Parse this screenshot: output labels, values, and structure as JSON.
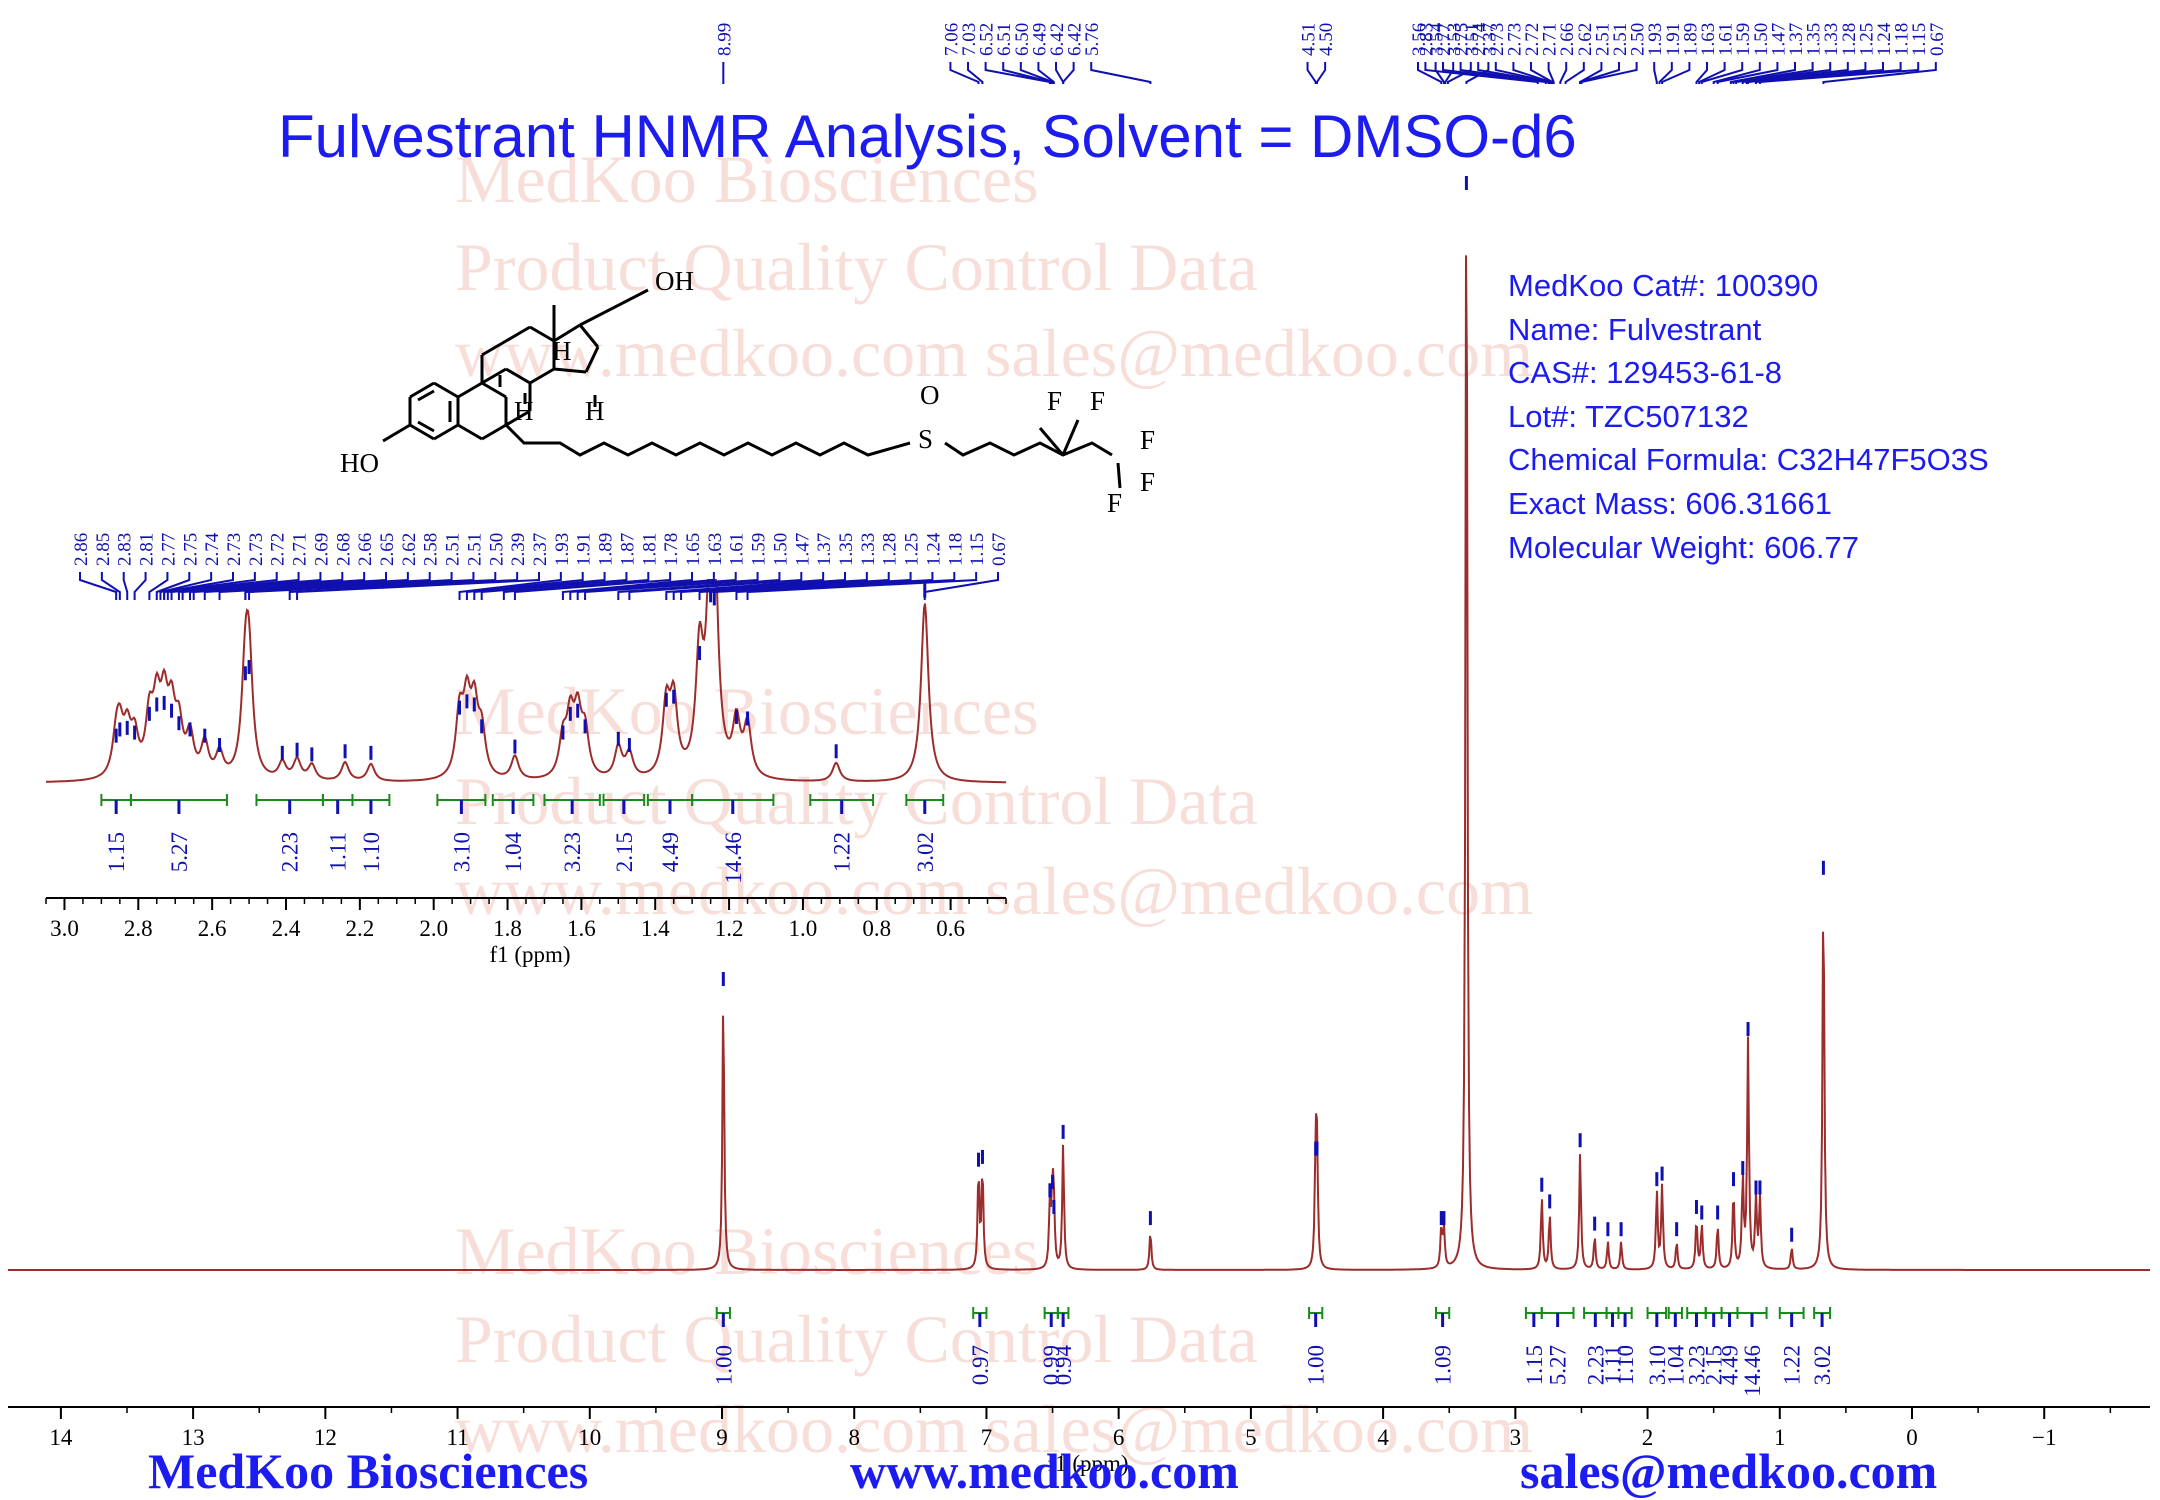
{
  "title": "Fulvestrant HNMR Analysis, Solvent = DMSO-d6",
  "info": {
    "cat": "MedKoo Cat#: 100390",
    "name": "Name:  Fulvestrant",
    "cas": "CAS#:  129453-61-8",
    "lot": "Lot#: TZC507132",
    "formula": "Chemical Formula: C32H47F5O3S",
    "exact_mass": "Exact Mass: 606.31661",
    "mw": "Molecular Weight: 606.77"
  },
  "watermark": {
    "line1": "MedKoo Biosciences",
    "line2": "Product Quality Control Data",
    "line3": "www.medkoo.com    sales@medkoo.com"
  },
  "footer": {
    "company": "MedKoo Biosciences",
    "website": "www.medkoo.com",
    "email": "sales@medkoo.com"
  },
  "structure_labels": [
    "OH",
    "HO",
    "H",
    "H",
    "H",
    "O",
    "S",
    "F",
    "F",
    "F",
    "F",
    "F"
  ],
  "colors": {
    "spectrum": "#9b2d2d",
    "peak_marker": "#1010b0",
    "integral": "#1a8a1a",
    "text": "#1c1cf0",
    "watermark": "#d7462d"
  },
  "chart_data": [
    {
      "type": "line",
      "name": "main-spectrum",
      "xlabel": "f1 (ppm)",
      "xlim": [
        14.4,
        -1.8
      ],
      "x_reversed": true,
      "x_ticks": [
        "14",
        "13",
        "12",
        "11",
        "10",
        "9",
        "8",
        "7",
        "6",
        "5",
        "4",
        "3",
        "2",
        "1",
        "0",
        "−1"
      ],
      "peaks": [
        {
          "ppm": 8.99,
          "height": 1.0
        },
        {
          "ppm": 7.06,
          "height": 0.35
        },
        {
          "ppm": 7.03,
          "height": 0.36
        },
        {
          "ppm": 6.52,
          "height": 0.24
        },
        {
          "ppm": 6.5,
          "height": 0.27
        },
        {
          "ppm": 6.49,
          "height": 0.18
        },
        {
          "ppm": 6.42,
          "height": 0.45
        },
        {
          "ppm": 5.76,
          "height": 0.14
        },
        {
          "ppm": 4.51,
          "height": 0.39
        },
        {
          "ppm": 4.5,
          "height": 0.39
        },
        {
          "ppm": 3.56,
          "height": 0.14
        },
        {
          "ppm": 3.54,
          "height": 0.14
        },
        {
          "ppm": 3.37,
          "height": 4.2
        },
        {
          "ppm": 2.8,
          "height": 0.26
        },
        {
          "ppm": 2.74,
          "height": 0.2
        },
        {
          "ppm": 2.51,
          "height": 0.42
        },
        {
          "ppm": 2.4,
          "height": 0.12
        },
        {
          "ppm": 2.3,
          "height": 0.1
        },
        {
          "ppm": 2.2,
          "height": 0.1
        },
        {
          "ppm": 1.93,
          "height": 0.28
        },
        {
          "ppm": 1.89,
          "height": 0.3
        },
        {
          "ppm": 1.78,
          "height": 0.1
        },
        {
          "ppm": 1.63,
          "height": 0.18
        },
        {
          "ppm": 1.59,
          "height": 0.16
        },
        {
          "ppm": 1.47,
          "height": 0.16
        },
        {
          "ppm": 1.35,
          "height": 0.28
        },
        {
          "ppm": 1.28,
          "height": 0.32
        },
        {
          "ppm": 1.24,
          "height": 0.82
        },
        {
          "ppm": 1.18,
          "height": 0.25
        },
        {
          "ppm": 1.15,
          "height": 0.25
        },
        {
          "ppm": 0.91,
          "height": 0.08
        },
        {
          "ppm": 0.67,
          "height": 1.4
        }
      ],
      "peak_labels": [
        {
          "ppm": 8.99,
          "labels": [
            "8.99"
          ]
        },
        {
          "ppm": 6.74,
          "labels": [
            "7.06",
            "7.03",
            "6.52",
            "6.51",
            "6.50",
            "6.49",
            "6.42",
            "6.42",
            "5.76"
          ]
        },
        {
          "ppm": 4.505,
          "labels": [
            "4.51",
            "4.50"
          ]
        },
        {
          "ppm": 3.47,
          "labels": [
            "3.56",
            "3.54",
            "3.53",
            "3.51",
            "3.37"
          ]
        },
        {
          "ppm": 1.75,
          "labels": [
            "2.83",
            "2.77",
            "2.75",
            "2.74",
            "2.73",
            "2.73",
            "2.72",
            "2.71",
            "2.66",
            "2.62",
            "2.51",
            "2.51",
            "2.50",
            "1.93",
            "1.91",
            "1.89",
            "1.63",
            "1.61",
            "1.59",
            "1.50",
            "1.47",
            "1.37",
            "1.35",
            "1.33",
            "1.28",
            "1.25",
            "1.24",
            "1.18",
            "1.15",
            "0.67"
          ]
        }
      ],
      "integrals": [
        {
          "from": 9.04,
          "to": 8.94,
          "value": "1.00"
        },
        {
          "from": 7.1,
          "to": 7.0,
          "value": "0.97"
        },
        {
          "from": 6.56,
          "to": 6.46,
          "value": "0.99"
        },
        {
          "from": 6.46,
          "to": 6.38,
          "value": "0.94"
        },
        {
          "from": 4.56,
          "to": 4.46,
          "value": "1.00"
        },
        {
          "from": 3.6,
          "to": 3.5,
          "value": "1.09"
        },
        {
          "from": 2.92,
          "to": 2.8,
          "value": "1.15"
        },
        {
          "from": 2.8,
          "to": 2.56,
          "value": "5.27"
        },
        {
          "from": 2.48,
          "to": 2.31,
          "value": "2.23"
        },
        {
          "from": 2.31,
          "to": 2.22,
          "value": "1.11"
        },
        {
          "from": 2.22,
          "to": 2.12,
          "value": "1.10"
        },
        {
          "from": 2.0,
          "to": 1.86,
          "value": "3.10"
        },
        {
          "from": 1.84,
          "to": 1.74,
          "value": "1.04"
        },
        {
          "from": 1.7,
          "to": 1.56,
          "value": "3.23"
        },
        {
          "from": 1.56,
          "to": 1.44,
          "value": "2.15"
        },
        {
          "from": 1.44,
          "to": 1.32,
          "value": "4.49"
        },
        {
          "from": 1.32,
          "to": 1.1,
          "value": "14.46"
        },
        {
          "from": 1.0,
          "to": 0.82,
          "value": "1.22"
        },
        {
          "from": 0.74,
          "to": 0.62,
          "value": "3.02"
        }
      ]
    },
    {
      "type": "line",
      "name": "inset-spectrum",
      "xlabel": "f1 (ppm)",
      "xlim": [
        3.05,
        0.45
      ],
      "x_reversed": true,
      "x_ticks": [
        "3.0",
        "2.8",
        "2.6",
        "2.4",
        "2.2",
        "2.0",
        "1.8",
        "1.6",
        "1.4",
        "1.2",
        "1.0",
        "0.8",
        "0.6"
      ],
      "peaks": [
        {
          "ppm": 2.86,
          "height": 0.22
        },
        {
          "ppm": 2.85,
          "height": 0.26
        },
        {
          "ppm": 2.83,
          "height": 0.27
        },
        {
          "ppm": 2.81,
          "height": 0.24
        },
        {
          "ppm": 2.77,
          "height": 0.36
        },
        {
          "ppm": 2.75,
          "height": 0.42
        },
        {
          "ppm": 2.73,
          "height": 0.43
        },
        {
          "ppm": 2.71,
          "height": 0.38
        },
        {
          "ppm": 2.69,
          "height": 0.3
        },
        {
          "ppm": 2.66,
          "height": 0.26
        },
        {
          "ppm": 2.62,
          "height": 0.22
        },
        {
          "ppm": 2.58,
          "height": 0.16
        },
        {
          "ppm": 2.51,
          "height": 0.62
        },
        {
          "ppm": 2.5,
          "height": 0.66
        },
        {
          "ppm": 2.41,
          "height": 0.11
        },
        {
          "ppm": 2.37,
          "height": 0.13
        },
        {
          "ppm": 2.33,
          "height": 0.1
        },
        {
          "ppm": 2.24,
          "height": 0.12
        },
        {
          "ppm": 2.17,
          "height": 0.11
        },
        {
          "ppm": 1.93,
          "height": 0.4
        },
        {
          "ppm": 1.91,
          "height": 0.44
        },
        {
          "ppm": 1.89,
          "height": 0.42
        },
        {
          "ppm": 1.87,
          "height": 0.28
        },
        {
          "ppm": 1.78,
          "height": 0.15
        },
        {
          "ppm": 1.65,
          "height": 0.24
        },
        {
          "ppm": 1.63,
          "height": 0.36
        },
        {
          "ppm": 1.61,
          "height": 0.38
        },
        {
          "ppm": 1.59,
          "height": 0.28
        },
        {
          "ppm": 1.5,
          "height": 0.2
        },
        {
          "ppm": 1.47,
          "height": 0.16
        },
        {
          "ppm": 1.37,
          "height": 0.45
        },
        {
          "ppm": 1.35,
          "height": 0.47
        },
        {
          "ppm": 1.28,
          "height": 0.75
        },
        {
          "ppm": 1.25,
          "height": 1.12
        },
        {
          "ppm": 1.24,
          "height": 1.1
        },
        {
          "ppm": 1.18,
          "height": 0.34
        },
        {
          "ppm": 1.15,
          "height": 0.33
        },
        {
          "ppm": 0.91,
          "height": 0.12
        },
        {
          "ppm": 0.67,
          "height": 1.15
        }
      ],
      "peak_labels": [
        "2.86",
        "2.85",
        "2.83",
        "2.81",
        "2.77",
        "2.75",
        "2.74",
        "2.73",
        "2.73",
        "2.72",
        "2.71",
        "2.69",
        "2.68",
        "2.66",
        "2.65",
        "2.62",
        "2.58",
        "2.51",
        "2.51",
        "2.50",
        "2.39",
        "2.37",
        "1.93",
        "1.91",
        "1.89",
        "1.87",
        "1.81",
        "1.78",
        "1.65",
        "1.63",
        "1.61",
        "1.59",
        "1.50",
        "1.47",
        "1.37",
        "1.35",
        "1.33",
        "1.28",
        "1.25",
        "1.24",
        "1.18",
        "1.15",
        "0.67"
      ],
      "integrals": [
        {
          "from": 2.9,
          "to": 2.82,
          "value": "1.15"
        },
        {
          "from": 2.82,
          "to": 2.56,
          "value": "5.27"
        },
        {
          "from": 2.48,
          "to": 2.3,
          "value": "2.23"
        },
        {
          "from": 2.3,
          "to": 2.22,
          "value": "1.11"
        },
        {
          "from": 2.22,
          "to": 2.12,
          "value": "1.10"
        },
        {
          "from": 1.99,
          "to": 1.86,
          "value": "3.10"
        },
        {
          "from": 1.84,
          "to": 1.73,
          "value": "1.04"
        },
        {
          "from": 1.7,
          "to": 1.55,
          "value": "3.23"
        },
        {
          "from": 1.54,
          "to": 1.43,
          "value": "2.15"
        },
        {
          "from": 1.42,
          "to": 1.3,
          "value": "4.49"
        },
        {
          "from": 1.3,
          "to": 1.08,
          "value": "14.46"
        },
        {
          "from": 0.98,
          "to": 0.81,
          "value": "1.22"
        },
        {
          "from": 0.72,
          "to": 0.62,
          "value": "3.02"
        }
      ]
    }
  ]
}
